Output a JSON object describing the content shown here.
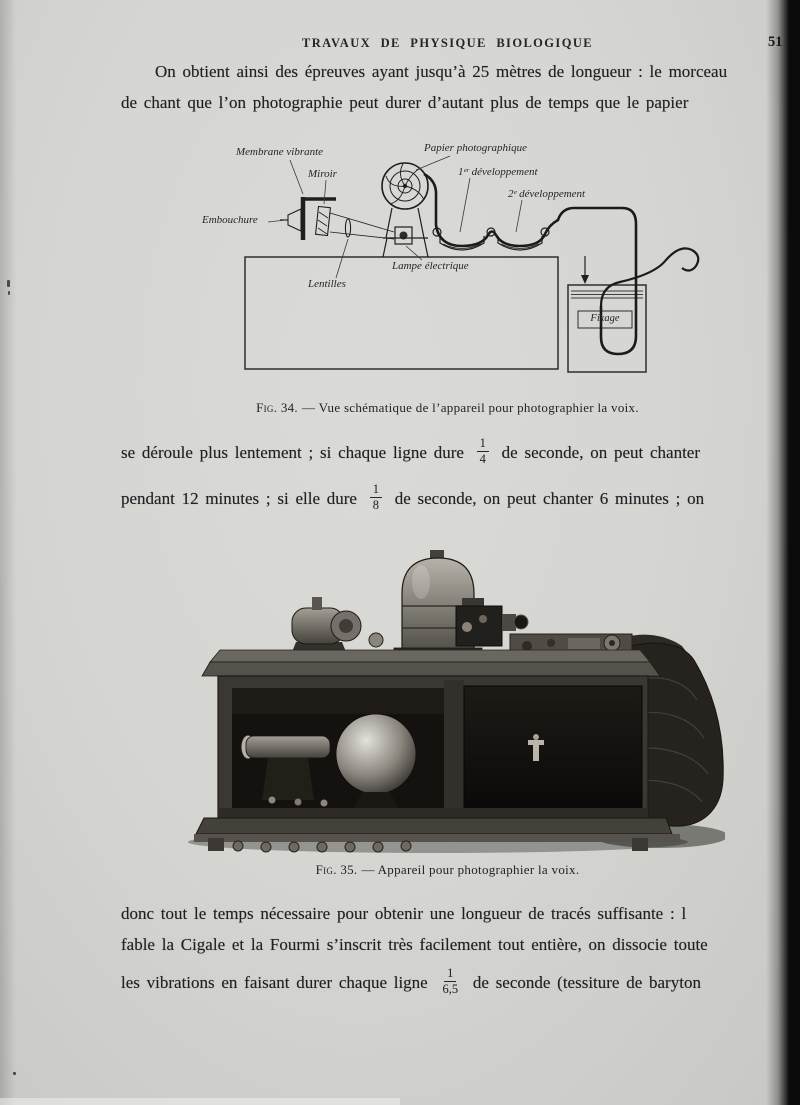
{
  "colors": {
    "paper": "#d5d5d1",
    "ink": "#222222"
  },
  "header": {
    "title": "TRAVAUX DE PHYSIQUE BIOLOGIQUE",
    "page_number": "51"
  },
  "para1": {
    "line1": "On obtient ainsi des épreuves ayant jusqu’à 25 mètres de longueur : le morceau",
    "line2": "de chant que l’on photographie peut durer d’autant plus de temps que le papier"
  },
  "fig34": {
    "labels": {
      "membrane": "Membrane vibrante",
      "miroir": "Miroir",
      "papier": "Papier photographique",
      "dev1": "1ᵉʳ développement",
      "dev2": "2ᵉ développement",
      "embouchure": "Embouchure",
      "lentilles": "Lentilles",
      "lampe": "Lampe électrique",
      "fixage": "Fixage"
    },
    "caption_prefix": "Fig. 34.",
    "caption_text": "— Vue schématique de l’appareil pour photographier la voix."
  },
  "para2": {
    "line1_a": "se déroule plus lentement ; si chaque ligne dure",
    "frac1_num": "1",
    "frac1_den": "4",
    "line1_b": "de seconde, on peut chanter",
    "line2_a": "pendant 12 minutes ; si elle dure",
    "frac2_num": "1",
    "frac2_den": "8",
    "line2_b": "de seconde, on peut chanter 6 minutes ; on"
  },
  "fig35": {
    "caption_prefix": "Fig. 35.",
    "caption_text": "— Appareil pour photographier la voix."
  },
  "para3": {
    "line1": "donc tout le temps nécessaire pour obtenir une longueur de tracés suffisante : l",
    "line2": "fable la Cigale et la Fourmi s’inscrit très facilement tout entière, on dissocie toute",
    "line3_a": "les vibrations en faisant durer chaque ligne",
    "frac3_num": "1",
    "frac3_den": "6,5",
    "line3_b": "de seconde (tessiture de baryton"
  }
}
